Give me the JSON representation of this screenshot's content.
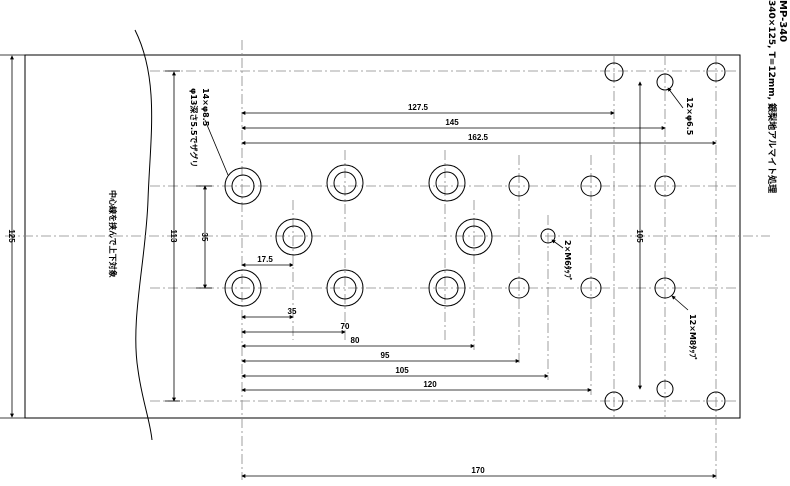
{
  "title": {
    "code": "MP-340",
    "spec": "340×125, T=12mm, 銀梨地アルマイト処理"
  },
  "notes": {
    "center_note": "中心線を挟んで上下対象",
    "counterbore_note_1": "14×φ8.5",
    "counterbore_note_2": "φ13深さ5.5でザグリ",
    "hole_note": "12×φ6.5",
    "tap_m6": "2×M6ﾀｯﾌﾟ",
    "tap_m8": "12×M8ﾀｯﾌﾟ"
  },
  "dimensions": {
    "d127_5": "127.5",
    "d145": "145",
    "d162_5": "162.5",
    "d35a": "35",
    "d17_5": "17.5",
    "d35b": "35",
    "d70": "70",
    "d80": "80",
    "d95": "95",
    "d105a": "105",
    "d120": "120",
    "d170": "170",
    "d113": "113",
    "d125": "125",
    "d105b": "105"
  }
}
